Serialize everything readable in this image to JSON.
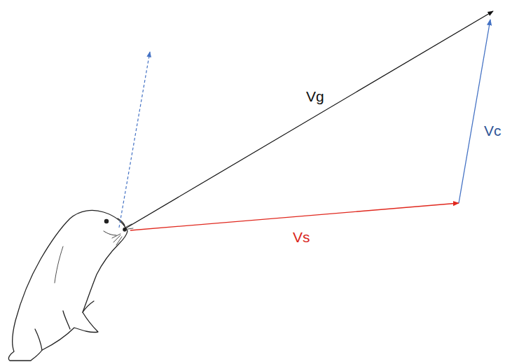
{
  "diagram": {
    "labels": [
      "Vg",
      "Vs",
      "Vc"
    ]
  }
}
